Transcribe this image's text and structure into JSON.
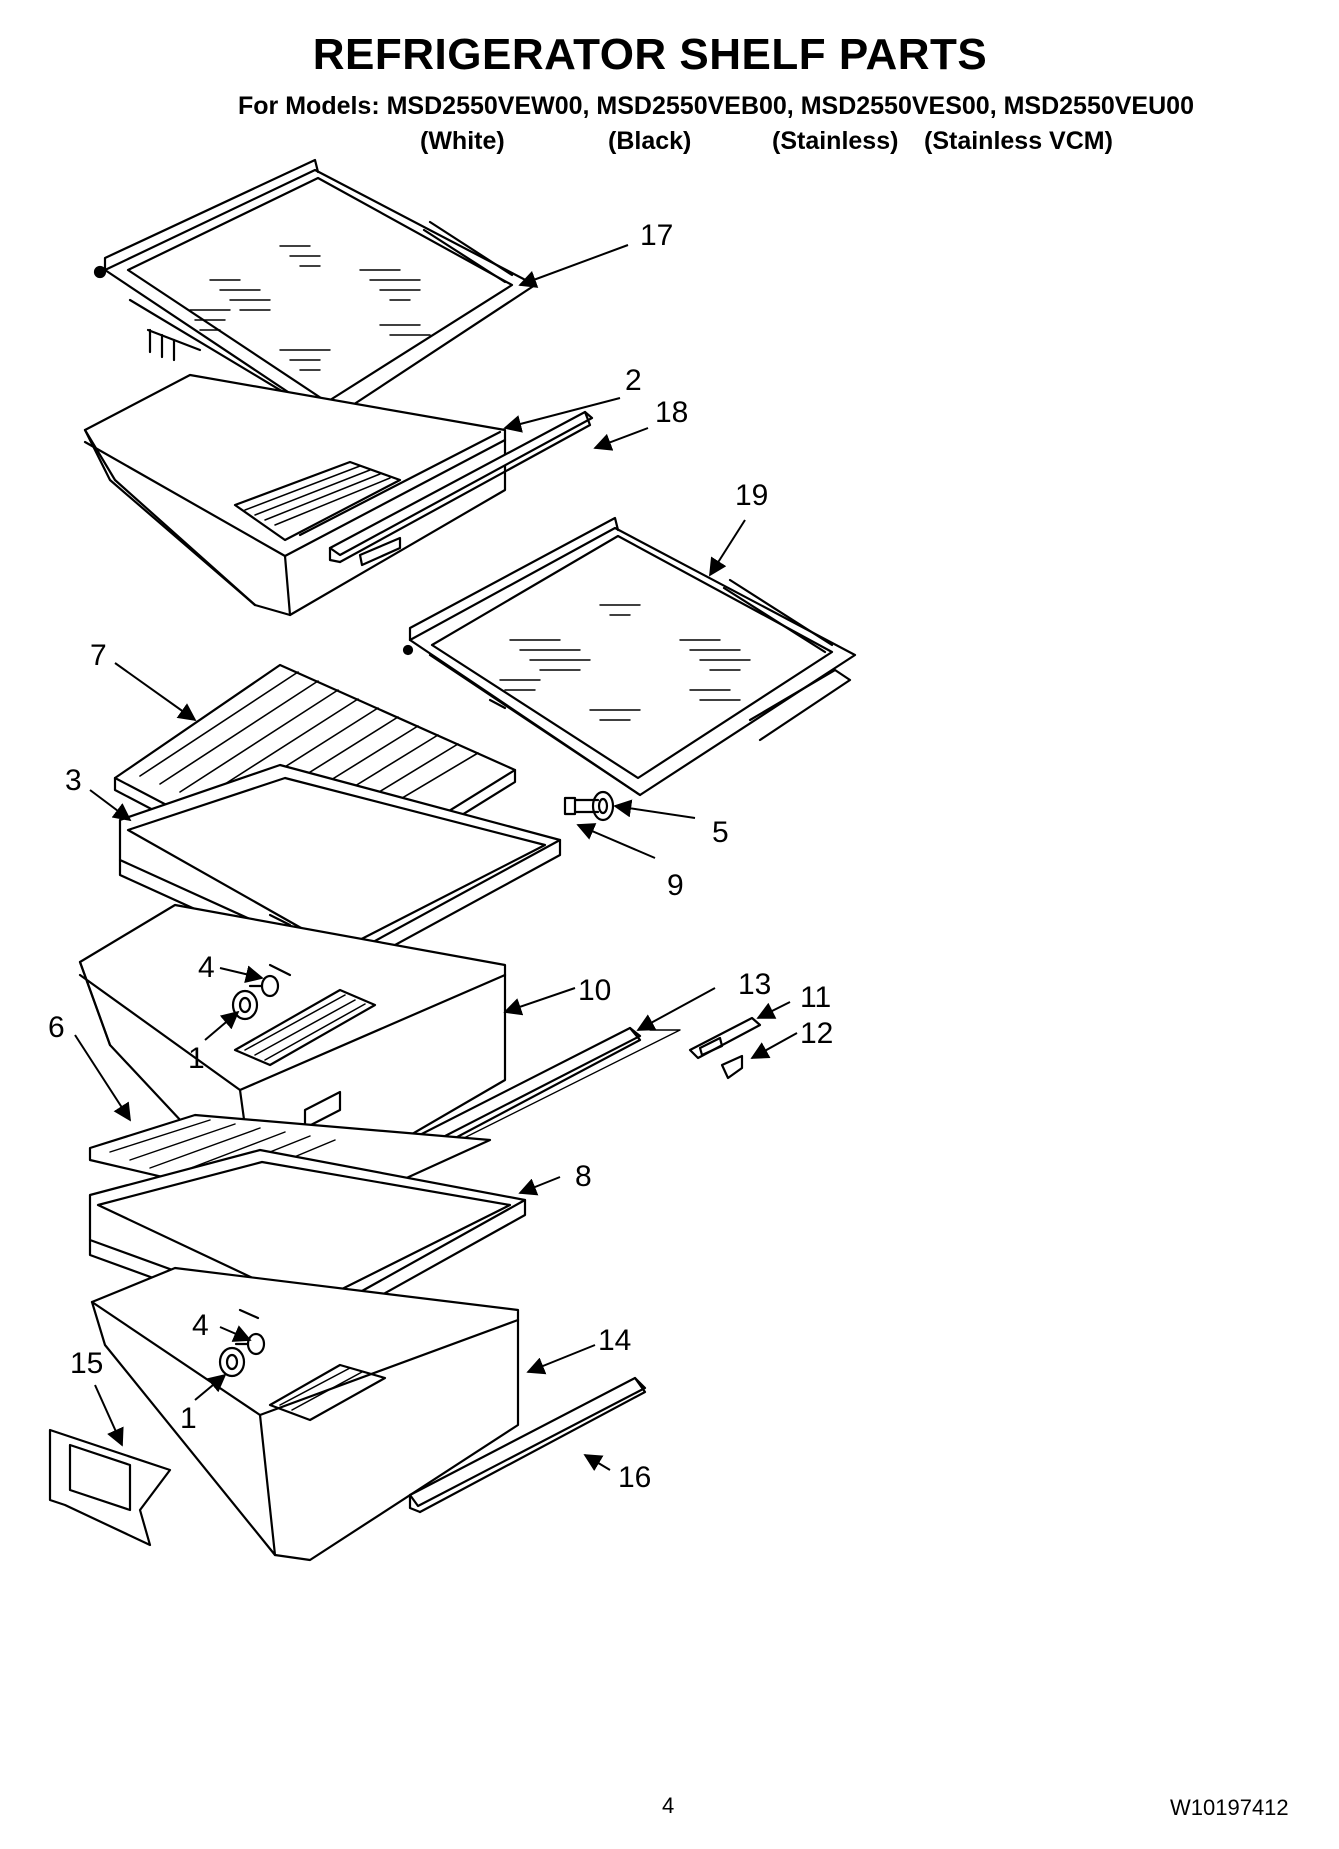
{
  "header": {
    "title": "REFRIGERATOR SHELF PARTS",
    "models_line": "For Models: MSD2550VEW00, MSD2550VEB00, MSD2550VES00, MSD2550VEU00",
    "variants": [
      "(White)",
      "(Black)",
      "(Stainless)",
      "(Stainless VCM)"
    ]
  },
  "callouts": [
    "17",
    "2",
    "18",
    "19",
    "7",
    "3",
    "5",
    "9",
    "4",
    "10",
    "13",
    "11",
    "12",
    "6",
    "1",
    "8",
    "4",
    "14",
    "15",
    "1",
    "16"
  ],
  "footer": {
    "page_number": "4",
    "doc_number": "W10197412"
  }
}
